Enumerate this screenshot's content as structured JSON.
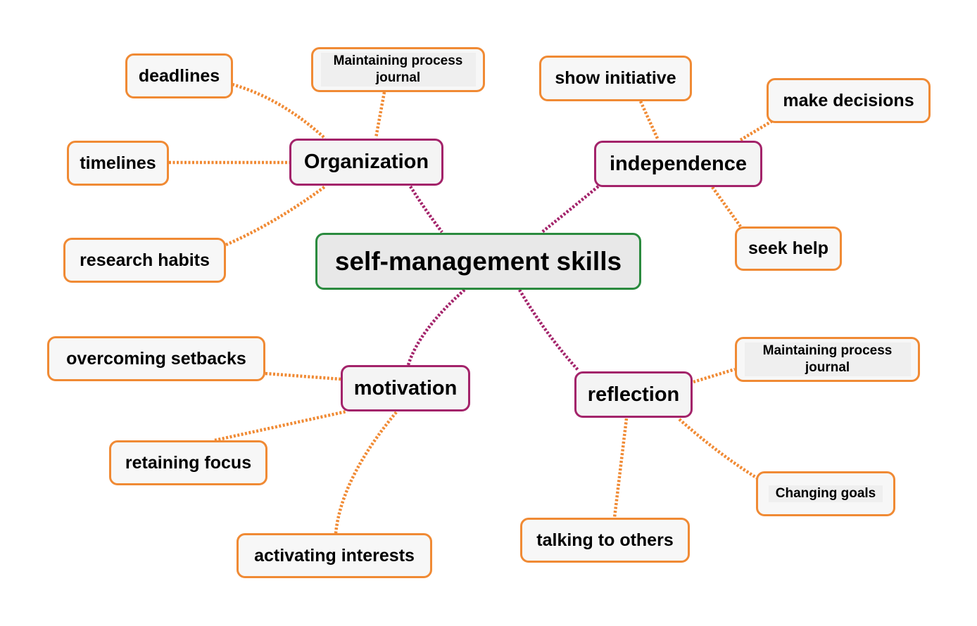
{
  "root": {
    "label": "self-management skills"
  },
  "branches": {
    "organization": {
      "label": "Organization",
      "children": {
        "deadlines": "deadlines",
        "journal": "Maintaining process journal",
        "timelines": "timelines",
        "research": "research habits"
      }
    },
    "independence": {
      "label": "independence",
      "children": {
        "initiative": "show initiative",
        "decisions": "make decisions",
        "help": "seek help"
      }
    },
    "motivation": {
      "label": "motivation",
      "children": {
        "setbacks": "overcoming setbacks",
        "focus": "retaining focus",
        "interests": "activating interests"
      }
    },
    "reflection": {
      "label": "reflection",
      "children": {
        "journal": "Maintaining process journal",
        "goals": "Changing goals",
        "talking": "talking to others"
      }
    }
  },
  "colors": {
    "root": "#2a8a3e",
    "branch": "#a3236a",
    "leaf": "#f08a34"
  }
}
